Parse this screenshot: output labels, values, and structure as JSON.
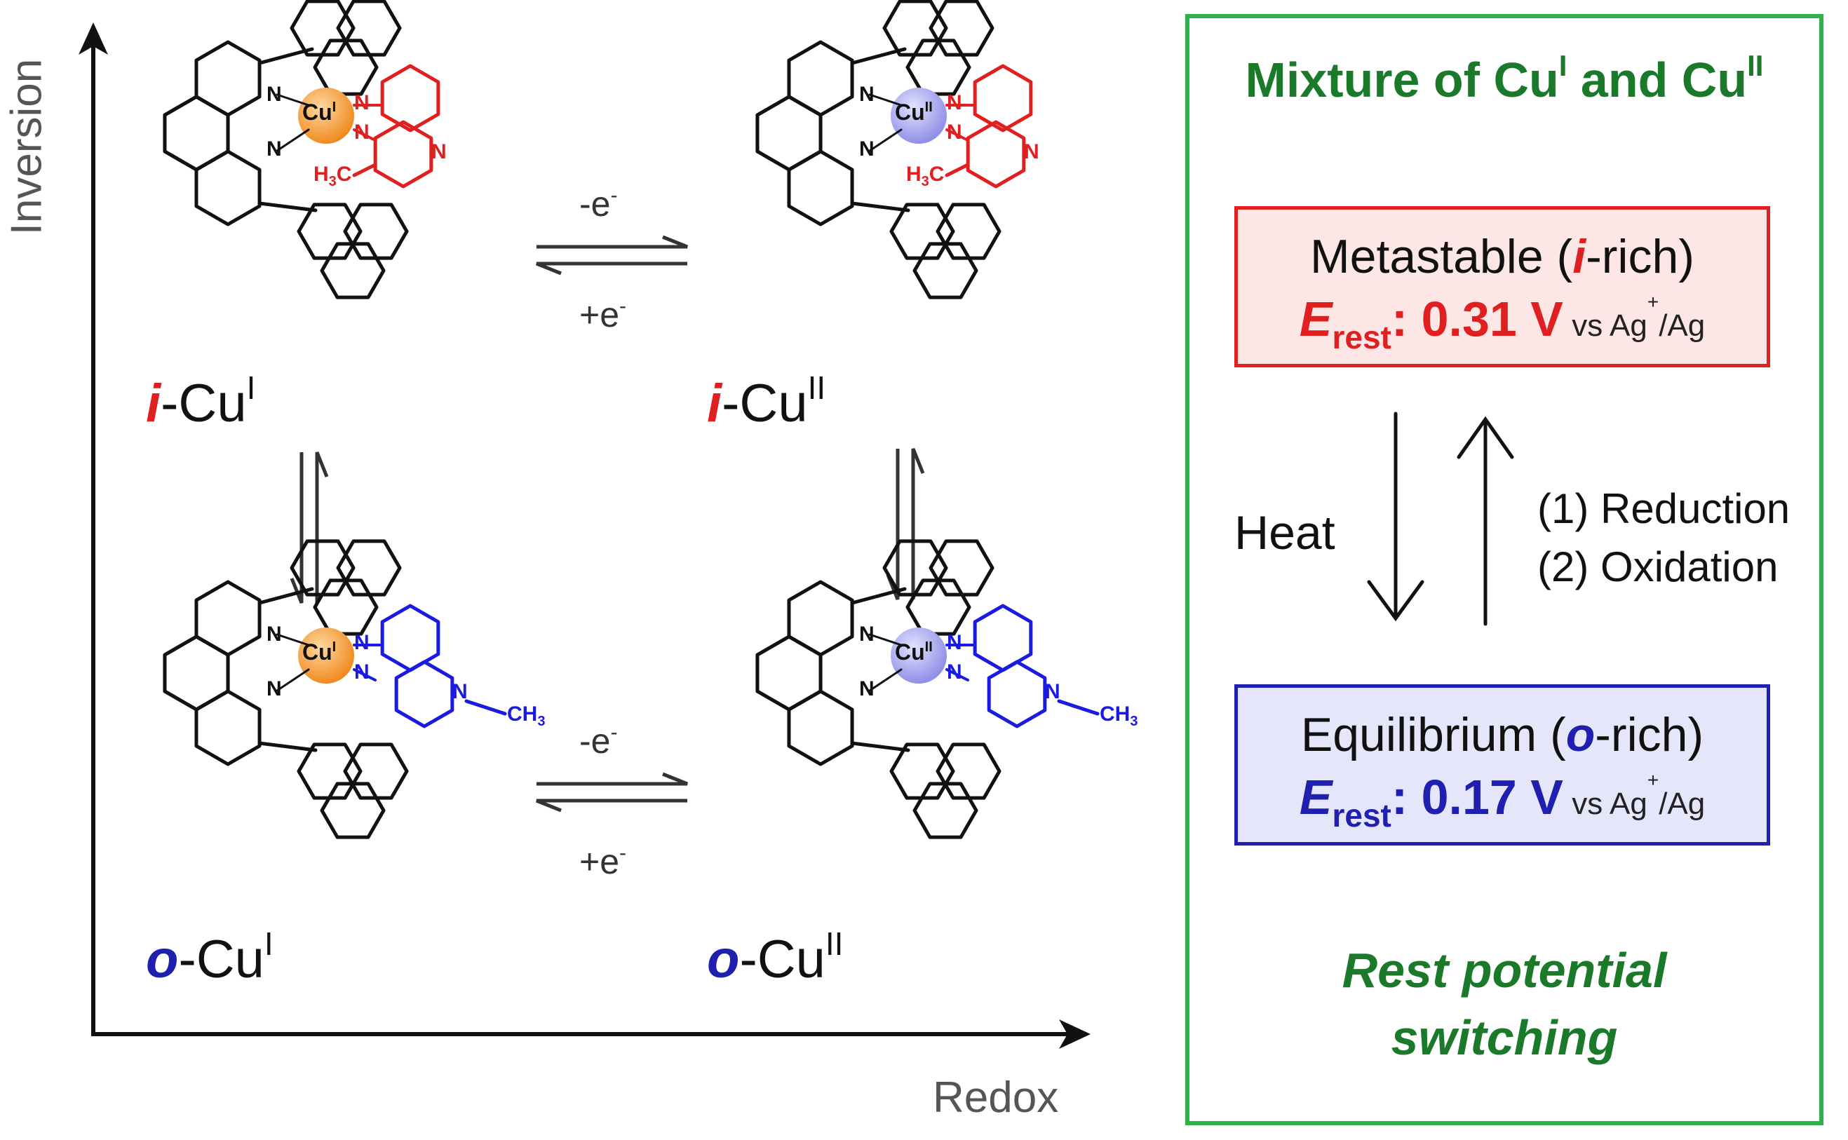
{
  "axes": {
    "y_label": "Inversion",
    "x_label": "Redox"
  },
  "equilibria": {
    "top_oxidation": {
      "label": "-e",
      "sup": "-"
    },
    "top_reduction": {
      "label": "+e",
      "sup": "-"
    },
    "bottom_oxidation": {
      "label": "-e",
      "sup": "-"
    },
    "bottom_reduction": {
      "label": "+e",
      "sup": "-"
    }
  },
  "complexes": [
    {
      "id": "i-CuI",
      "prefix": "i",
      "metal": "-Cu",
      "ox": "I",
      "ligand_color": "#e02020",
      "prefix_color": "#e02020"
    },
    {
      "id": "i-CuII",
      "prefix": "i",
      "metal": "-Cu",
      "ox": "II",
      "ligand_color": "#e02020",
      "prefix_color": "#e02020"
    },
    {
      "id": "o-CuI",
      "prefix": "o",
      "metal": "-Cu",
      "ox": "I",
      "ligand_color": "#1a1ae0",
      "prefix_color": "#2020b0"
    },
    {
      "id": "o-CuII",
      "prefix": "o",
      "metal": "-Cu",
      "ox": "II",
      "ligand_color": "#1a1ae0",
      "prefix_color": "#2020b0"
    }
  ],
  "atoms": {
    "nitrogen": "N",
    "methyl_left_main": "H",
    "methyl_left_sub": "3",
    "methyl_left_end": "C",
    "methyl_right_main": "CH",
    "methyl_right_sub": "3",
    "copper": "Cu",
    "cu_one": "I",
    "cu_two": "II"
  },
  "colors": {
    "cu_one_fill": "#f5a040",
    "cu_two_fill": "#a8a8f0",
    "panel_border": "#2db34a",
    "panel_text": "#1a7a2a",
    "red": "#e02020",
    "blue": "#2020b0"
  },
  "panel": {
    "title_main": "Mixture of Cu",
    "title_sup1": "I",
    "title_mid": " and Cu",
    "title_sup2": "II",
    "metastable": {
      "pre": "Metastable (",
      "accent": "i",
      "post": "-rich)",
      "e": "E",
      "sub": "rest",
      "value": ": 0.31 V",
      "vs_pre": " vs Ag",
      "vs_sup": "+",
      "vs_post": "/Ag"
    },
    "equilibrium": {
      "pre": "Equilibrium (",
      "accent": "o",
      "post": "-rich)",
      "e": "E",
      "sub": "rest",
      "value": ": 0.17 V",
      "vs_pre": " vs Ag",
      "vs_sup": "+",
      "vs_post": "/Ag"
    },
    "heat": "Heat",
    "step1": "(1) Reduction",
    "step2": "(2) Oxidation",
    "footer_line1": "Rest potential",
    "footer_line2": "switching"
  }
}
